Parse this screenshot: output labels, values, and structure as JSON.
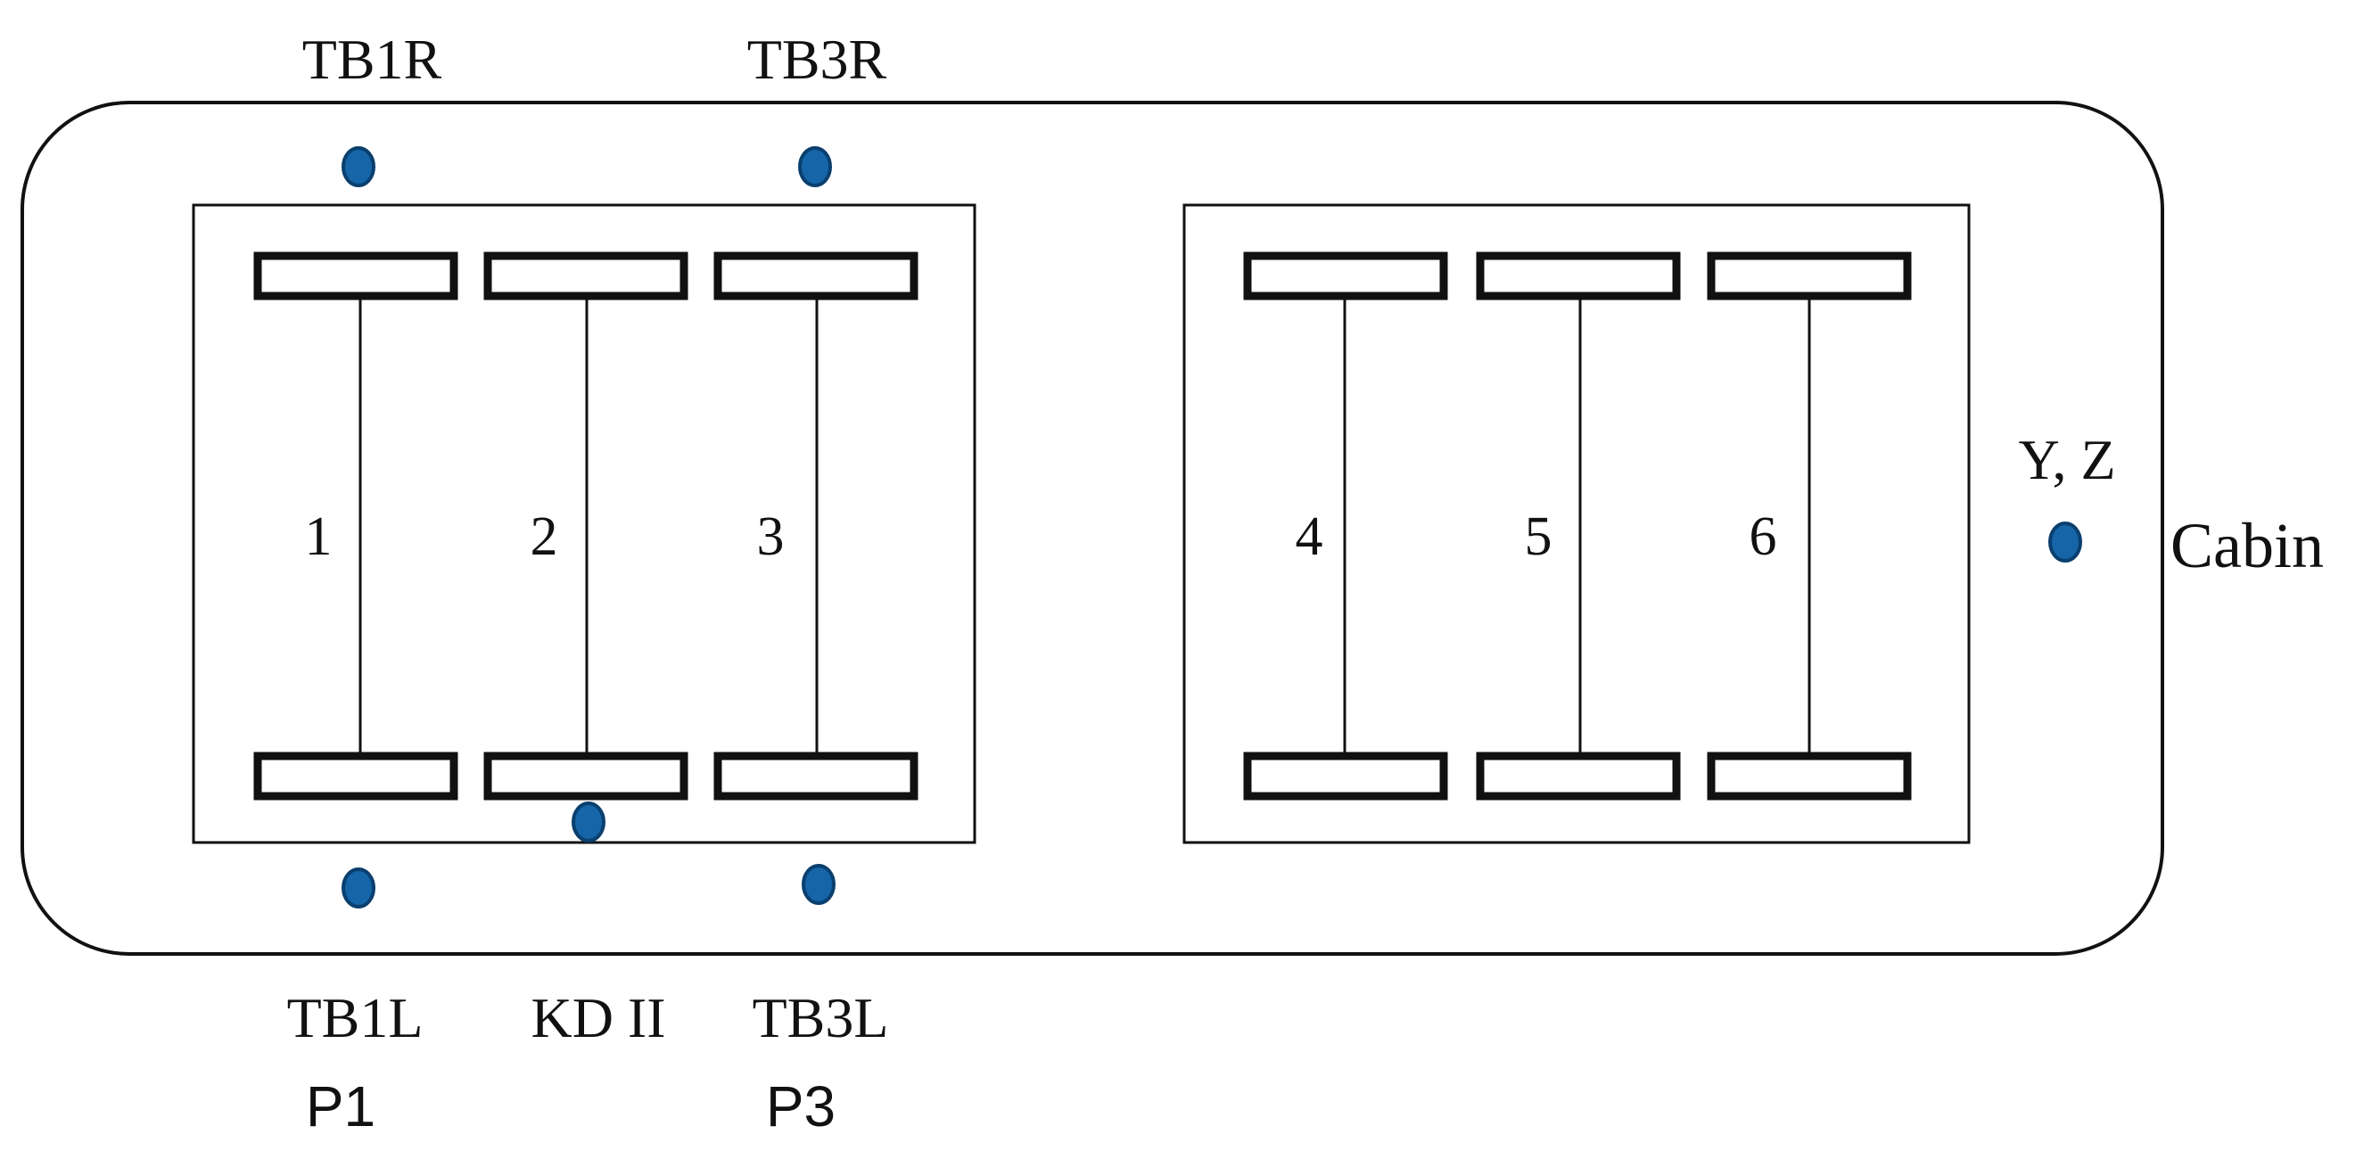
{
  "diagram": {
    "cabin_label": "Cabin",
    "cabin_sensor_label": "Y, Z",
    "axles": [
      {
        "number": "1"
      },
      {
        "number": "2"
      },
      {
        "number": "3"
      },
      {
        "number": "4"
      },
      {
        "number": "5"
      },
      {
        "number": "6"
      }
    ],
    "sensors": {
      "tb1r": "TB1R",
      "tb3r": "TB3R",
      "tb1l": "TB1L",
      "kd2": "KD II",
      "tb3l": "TB3L",
      "p1": "P1",
      "p3": "P3"
    },
    "colors": {
      "sensor_dot": "#1565a8",
      "sensor_dot_outline": "#0a3f6e",
      "line": "#111111"
    }
  }
}
